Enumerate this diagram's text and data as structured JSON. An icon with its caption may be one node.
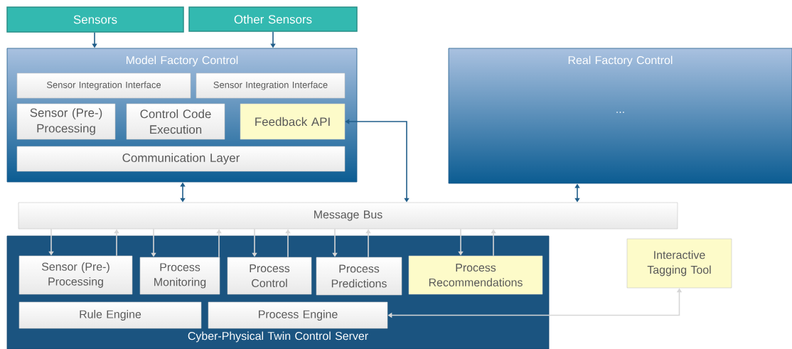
{
  "diagram": {
    "nodes": [
      {
        "text": [
          "Sensors"
        ]
      },
      {
        "text": [
          "Other Sensors"
        ]
      },
      {
        "text": [
          "Model Factory Control"
        ]
      },
      {
        "text": [
          "Sensor Integration Interface"
        ],
        "in": 2
      },
      {
        "text": [
          "Sensor Integration Interface"
        ],
        "in": 2
      },
      {
        "text": [
          "Sensor (Pre-) Processing"
        ],
        "in": 2
      },
      {
        "text": [
          "Control Code Execution"
        ],
        "in": 2
      },
      {
        "text": [
          "Feedback API"
        ],
        "in": 2
      },
      {
        "text": [
          "Communication Layer"
        ],
        "in": 2
      },
      {
        "text": [
          "Real Factory Control",
          "..."
        ]
      },
      {
        "text": [
          "Message Bus"
        ]
      },
      {
        "text": [
          "Cyber-Physical Twin Control Server"
        ]
      },
      {
        "text": [
          "Sensor (Pre-) Processing"
        ],
        "in": 11
      },
      {
        "text": [
          "Process Monitoring"
        ],
        "in": 11
      },
      {
        "text": [
          "Process Control"
        ],
        "in": 11
      },
      {
        "text": [
          "Process Predictions"
        ],
        "in": 11
      },
      {
        "text": [
          "Process Recommendations"
        ],
        "in": 11
      },
      {
        "text": [
          "Rule Engine"
        ],
        "in": 11
      },
      {
        "text": [
          "Process Engine"
        ],
        "in": 11
      },
      {
        "text": [
          "Interactive Tagging Tool"
        ]
      }
    ],
    "edges": [
      {
        "from": 0,
        "to": 2,
        "arrow": "to",
        "color": "#215e8a"
      },
      {
        "from": 1,
        "to": 2,
        "arrow": "to",
        "color": "#215e8a"
      },
      {
        "from": 2,
        "to": 10,
        "arrow": "both",
        "color": "#215e8a"
      },
      {
        "from": 7,
        "to": 10,
        "arrow": "both",
        "color": "#215e8a"
      },
      {
        "from": 9,
        "to": 10,
        "arrow": "both",
        "color": "#215e8a"
      },
      {
        "from": 10,
        "to": 12,
        "arrow": "to"
      },
      {
        "from": 12,
        "to": 10,
        "arrow": "to"
      },
      {
        "from": 10,
        "to": 13,
        "arrow": "to"
      },
      {
        "from": 13,
        "to": 10,
        "arrow": "to"
      },
      {
        "from": 10,
        "to": 14,
        "arrow": "to"
      },
      {
        "from": 14,
        "to": 10,
        "arrow": "to"
      },
      {
        "from": 10,
        "to": 15,
        "arrow": "to"
      },
      {
        "from": 15,
        "to": 10,
        "arrow": "to"
      },
      {
        "from": 10,
        "to": 16,
        "arrow": "to"
      },
      {
        "from": 16,
        "to": 10,
        "arrow": "to"
      },
      {
        "from": 19,
        "to": 18,
        "arrow": "both"
      }
    ]
  }
}
